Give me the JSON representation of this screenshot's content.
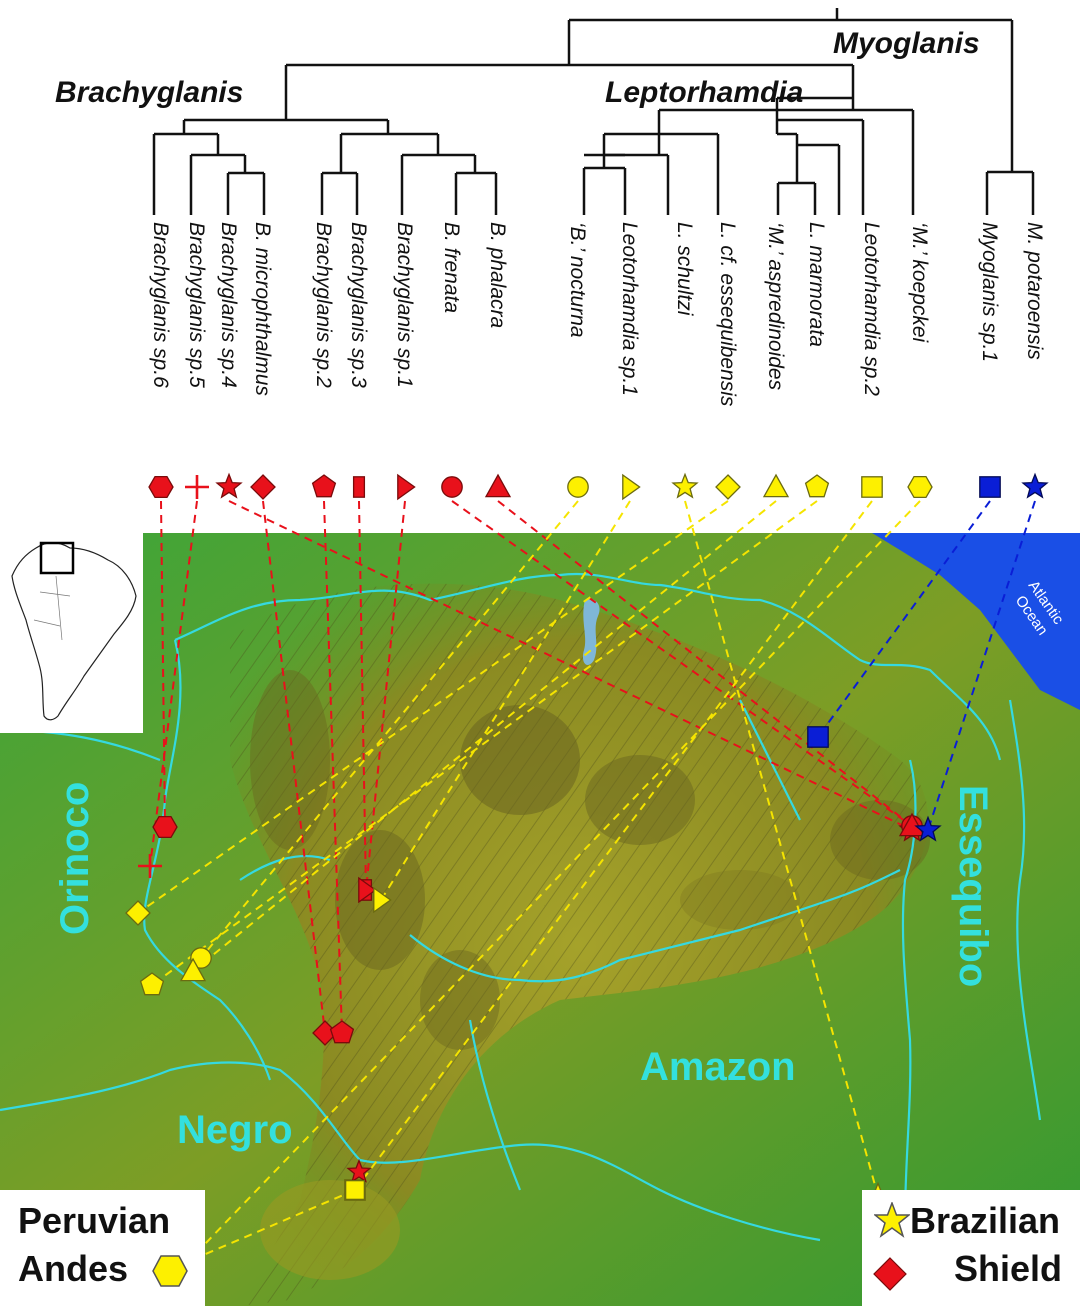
{
  "clades": {
    "myoglanis": "Myoglanis",
    "brachyglanis": "Brachyglanis",
    "leptorhamdia": "Leptorhamdia"
  },
  "taxa": [
    {
      "name": "Brachyglanis sp.6",
      "symbol": "hexagon",
      "color": "#e8111b"
    },
    {
      "name": "Brachyglanis sp.5",
      "symbol": "cross",
      "color": "#e8111b"
    },
    {
      "name": "Brachyglanis sp.4",
      "symbol": "star",
      "color": "#e8111b"
    },
    {
      "name": "B. microphthalmus",
      "symbol": "diamond",
      "color": "#e8111b"
    },
    {
      "name": "Brachyglanis sp.2",
      "symbol": "pentagon",
      "color": "#e8111b"
    },
    {
      "name": "Brachyglanis sp.3",
      "symbol": "rectangle",
      "color": "#e8111b"
    },
    {
      "name": "Brachyglanis sp.1",
      "symbol": "right-triangle",
      "color": "#e8111b"
    },
    {
      "name": "B. frenata",
      "symbol": "circle",
      "color": "#e8111b"
    },
    {
      "name": "B. phalacra",
      "symbol": "triangle",
      "color": "#e8111b"
    },
    {
      "name": "‘B.’ nocturna",
      "symbol": "circle",
      "color": "#fdf000"
    },
    {
      "name": "Leotorhamdia sp.1",
      "symbol": "right-triangle",
      "color": "#fdf000"
    },
    {
      "name": "L. schultzi",
      "symbol": "star",
      "color": "#fdf000"
    },
    {
      "name": "L. cf. essequibensis",
      "symbol": "diamond",
      "color": "#fdf000"
    },
    {
      "name": "‘M.’ aspredinoides",
      "symbol": "triangle",
      "color": "#fdf000"
    },
    {
      "name": "L. marmorata",
      "symbol": "pentagon",
      "color": "#fdf000"
    },
    {
      "name": "Leotorhamdia sp.2",
      "symbol": "square",
      "color": "#fdf000"
    },
    {
      "name": "‘M.’ koepckei",
      "symbol": "hexagon",
      "color": "#fdf000"
    },
    {
      "name": "Myoglanis sp.1",
      "symbol": "square",
      "color": "#0a1ed6"
    },
    {
      "name": "M. potaroensis",
      "symbol": "star",
      "color": "#0a1ed6"
    }
  ],
  "rivers": {
    "orinoco": "Orinoco",
    "negro": "Negro",
    "amazon": "Amazon",
    "essequibo": "Essequibo",
    "ocean_line1": "Atlantic",
    "ocean_line2": "Ocean"
  },
  "legend": {
    "left_line1": "Peruvian",
    "left_line2": "Andes",
    "right_line1": "Brazilian",
    "right_line2": "Shield"
  },
  "colors": {
    "red_group": "#e8111b",
    "yellow_group": "#fdf000",
    "blue_group": "#0a1ed6",
    "river_line": "#35d9e0",
    "terrain_low": "#1f9a1f",
    "terrain_high": "#8f8a20"
  }
}
